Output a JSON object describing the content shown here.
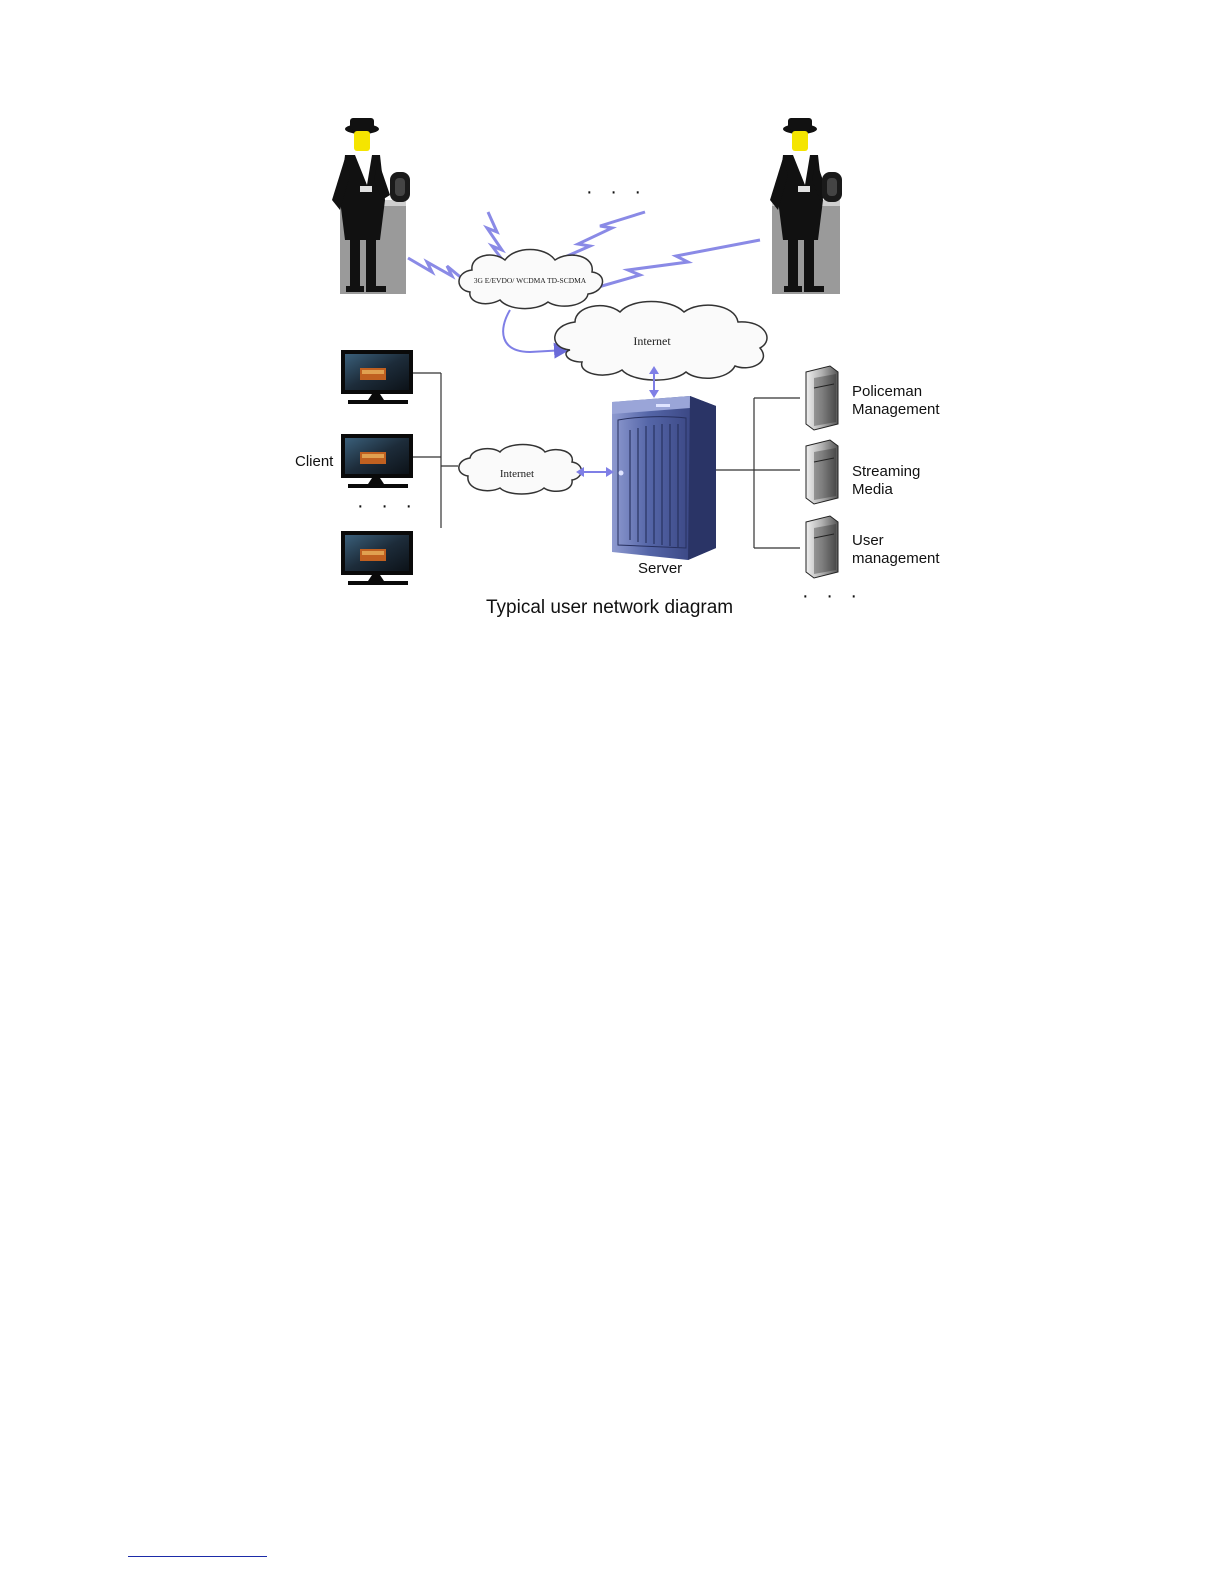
{
  "diagram": {
    "title": "Typical user network diagram",
    "mobile_network_label": "3G E/EVDO/ WCDMA TD-SCDMA",
    "internet_top_label": "Internet",
    "internet_left_label": "Internet",
    "client_label": "Client",
    "server_label": "Server",
    "ellipsis": "· · ·",
    "services": [
      {
        "line1": "Policeman",
        "line2": "Management"
      },
      {
        "line1": "Streaming",
        "line2": "Media"
      },
      {
        "line1": "User",
        "line2": "management"
      }
    ],
    "colors": {
      "wireless": "#8080e0",
      "link": "#7f7fe6",
      "server_body": "#3f4e8c",
      "uniform": "#111111",
      "face": "#f5e500",
      "pedestal": "#9a9a9a"
    }
  }
}
